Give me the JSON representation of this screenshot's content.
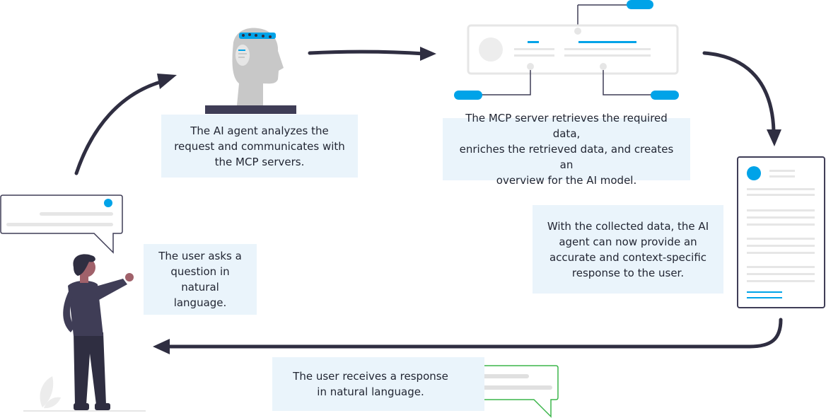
{
  "captions": {
    "agent": "The AI agent analyzes the\nrequest and communicates with\nthe MCP servers.",
    "server": "The MCP server retrieves the required data,\nenriches the retrieved data, and creates an\noverview for the AI model.",
    "response": "With the collected data, the AI\nagent can now provide an\naccurate and context-specific\nresponse to the user.",
    "question": "The user asks a\nquestion in natural\nlanguage.",
    "receives": "The user receives a response\nin natural language."
  },
  "colors": {
    "arrow": "#2f2e41",
    "accent": "#00a3e8",
    "caption_bg": "#eaf4fb",
    "bubble_green": "#3bb54a",
    "placeholder": "#e6e6e6",
    "head": "#c8c8c8",
    "skin": "#a0616a"
  }
}
